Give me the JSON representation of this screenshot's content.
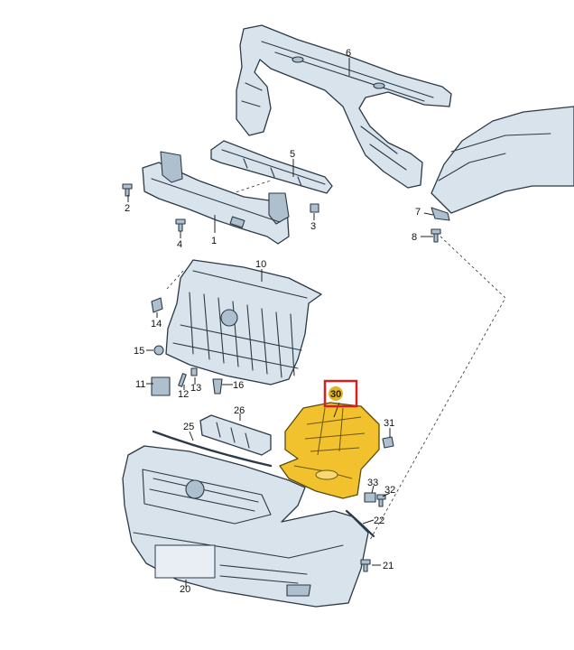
{
  "colors": {
    "outline": "#2b3a48",
    "part_fill": "#d9e3ec",
    "highlight_part": "#f2c12e",
    "highlight_box": "#d32020",
    "badge": "#e0b425"
  },
  "highlighted_part": "30",
  "callouts": {
    "c1": "1",
    "c2": "2",
    "c3": "3",
    "c4": "4",
    "c5": "5",
    "c6": "6",
    "c7": "7",
    "c8": "8",
    "c10": "10",
    "c11": "11",
    "c12": "12",
    "c13": "13",
    "c14": "14",
    "c15": "15",
    "c16": "16",
    "c20": "20",
    "c21": "21",
    "c22": "22",
    "c25": "25",
    "c26": "26",
    "c30": "30",
    "c31": "31",
    "c32": "32",
    "c33": "33"
  }
}
